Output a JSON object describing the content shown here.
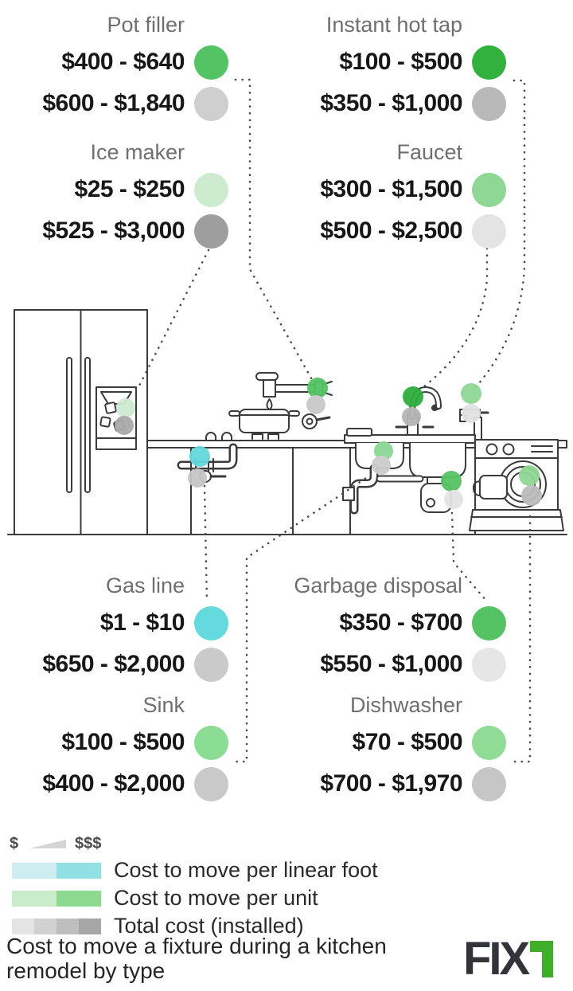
{
  "groups": {
    "top": [
      {
        "name": "Pot filler",
        "move_range": "$400 - $640",
        "move_color": "#53c363",
        "total_range": "$600 - $1,840",
        "total_color": "#cfcfcf"
      },
      {
        "name": "Instant hot tap",
        "move_range": "$100 - $500",
        "move_color": "#33b13e",
        "total_range": "$350 - $1,000",
        "total_color": "#b9b9b9"
      },
      {
        "name": "Ice maker",
        "move_range": "$25 - $250",
        "move_color": "#cdeccf",
        "total_range": "$525 - $3,000",
        "total_color": "#9e9e9e"
      },
      {
        "name": "Faucet",
        "move_range": "$300 - $1,500",
        "move_color": "#8ed795",
        "total_range": "$500 - $2,500",
        "total_color": "#e4e4e4"
      }
    ],
    "bottom": [
      {
        "name": "Gas line",
        "move_range": "$1 - $10",
        "move_color": "#64d9de",
        "total_range": "$650 - $2,000",
        "total_color": "#cacaca"
      },
      {
        "name": "Garbage disposal",
        "move_range": "$350 - $700",
        "move_color": "#55c263",
        "total_range": "$550 - $1,000",
        "total_color": "#e6e6e6"
      },
      {
        "name": "Sink",
        "move_range": "$100 - $500",
        "move_color": "#8bdd93",
        "total_range": "$400 - $2,000",
        "total_color": "#c9c9c9"
      },
      {
        "name": "Dishwasher",
        "move_range": "$70 - $500",
        "move_color": "#90dc96",
        "total_range": "$700 - $1,970",
        "total_color": "#c6c6c6"
      }
    ]
  },
  "legend": {
    "scale_low": "$",
    "scale_high": "$$$",
    "wedge_color": "#d5d5d5",
    "items": [
      {
        "label": "Cost to move per linear foot",
        "colors": [
          "#cdedf0",
          "#90e0e4"
        ]
      },
      {
        "label": "Cost to move per unit",
        "colors": [
          "#c9edcb",
          "#8cd98f"
        ]
      },
      {
        "label": "Total cost (installed)",
        "colors": [
          "#e4e4e4",
          "#d1d1d1",
          "#bebebe",
          "#a7a7a7"
        ]
      }
    ]
  },
  "caption": "Cost to move a fixture during a kitchen remodel by type",
  "brand": {
    "name": "FIX",
    "accent": "#3faf29",
    "text_color": "#33343a"
  },
  "markers": {
    "ice_move": "#cfe9d2",
    "ice_total": "#a9a9a9",
    "gas_move": "#64d9de",
    "gas_total": "#c6c6c6",
    "pot_filler_move": "#53c363",
    "pot_filler_total": "#c9c9c9",
    "faucet_move": "#2fad3e",
    "faucet_total": "#b5b5b5",
    "tap_move": "#8fd795",
    "tap_total": "#e2e2e2",
    "sink_move": "#8bd893",
    "sink_total": "#cccccc",
    "disposal_move": "#55c263",
    "disposal_total": "#e3e3e3",
    "dishwasher_move": "#8fd795",
    "dishwasher_total": "#bcbcbc"
  }
}
